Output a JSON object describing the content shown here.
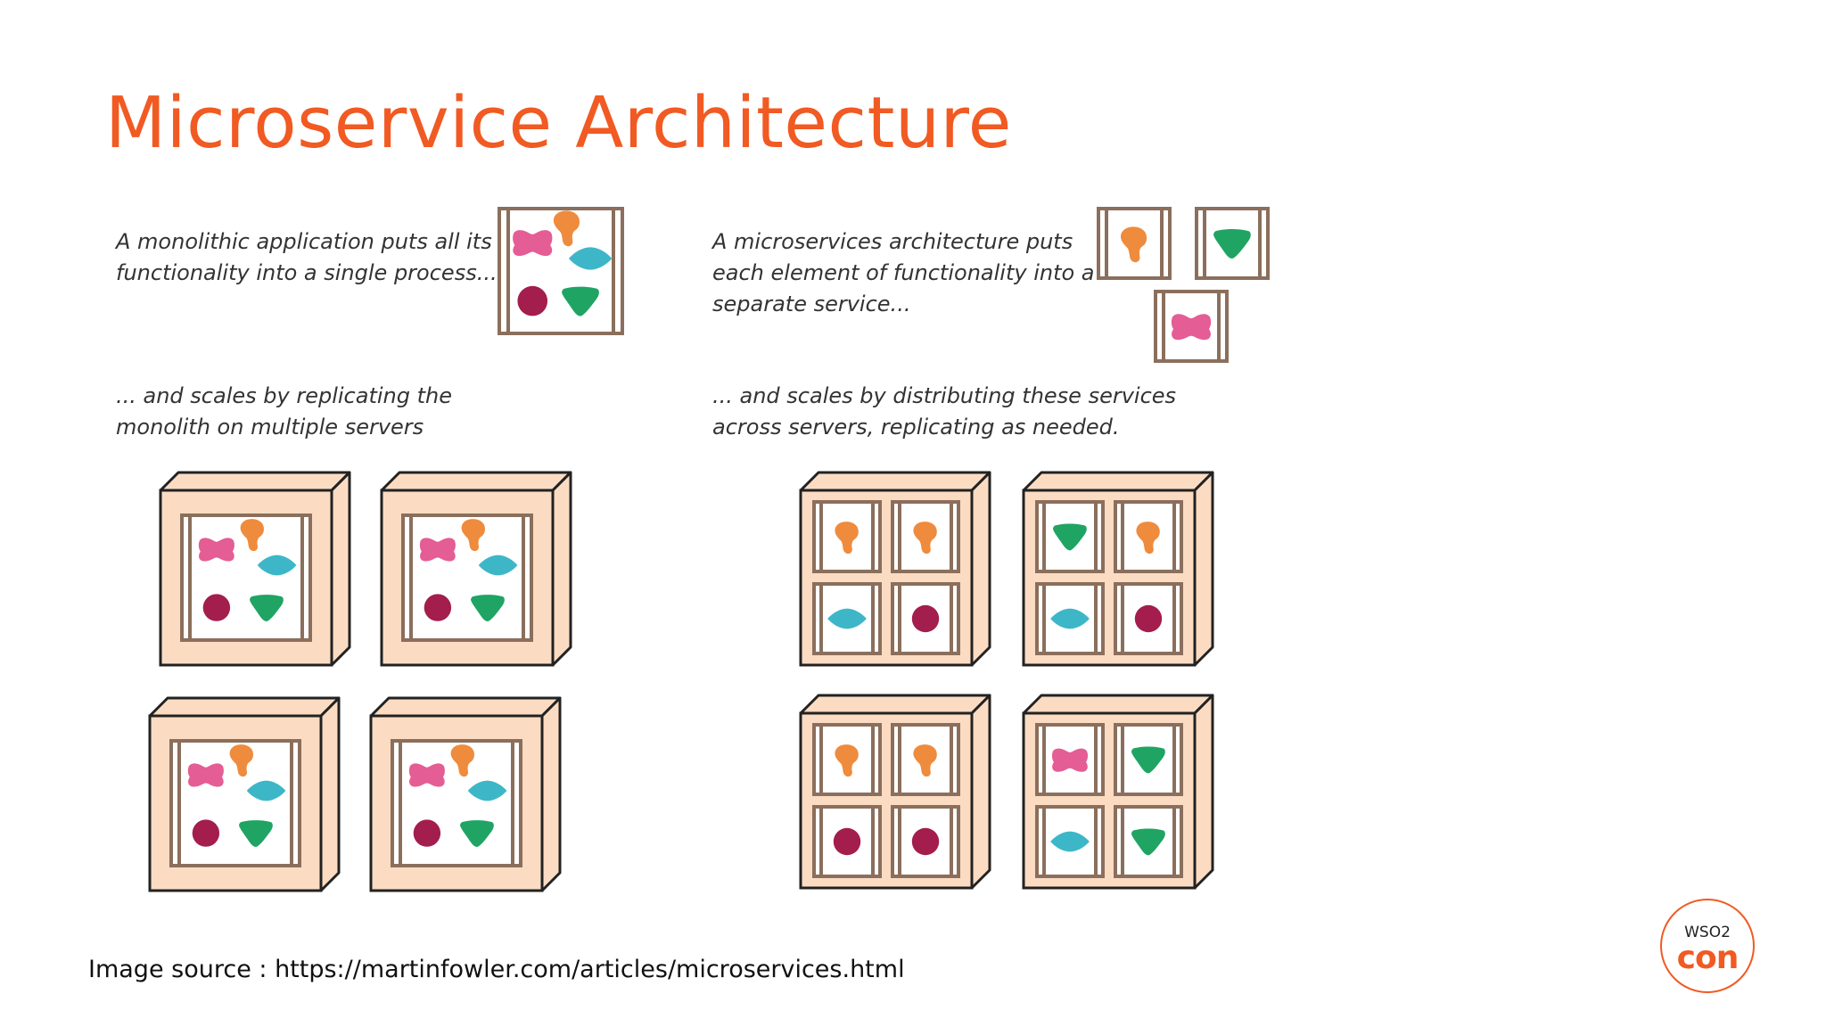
{
  "slide": {
    "title": "Microservice Architecture",
    "captions": {
      "monolith_process": "A monolithic application puts all its\nfunctionality into a single process...",
      "monolith_scale": "... and scales by replicating the\nmonolith on multiple servers",
      "micro_process": "A microservices architecture puts\neach element of functionality into a\nseparate service...",
      "micro_scale": "... and scales by distributing these services\nacross servers, replicating as needed."
    },
    "source": "Image source : https://martinfowler.com/articles/microservices.html",
    "logo": {
      "line1": "WSO2",
      "line2": "con"
    }
  },
  "colors": {
    "title": "#f15a22",
    "server_face": "#fbdcc3",
    "frame": "#8b6f5c",
    "shape_pink": "#e45d94",
    "shape_orange": "#ef8b3d",
    "shape_cyan": "#3db7c8",
    "shape_maroon": "#a31d4d",
    "shape_green": "#1fa463"
  },
  "diagram": {
    "monolith_shapes": [
      "pink-blob",
      "orange-blob",
      "cyan-diamond",
      "maroon-circle",
      "green-triangle"
    ],
    "micro_services": [
      "orange-blob",
      "green-triangle",
      "pink-blob"
    ],
    "monolith_servers": 4,
    "micro_servers": [
      [
        "orange-blob",
        "orange-blob",
        "cyan-diamond",
        "maroon-circle"
      ],
      [
        "green-triangle",
        "orange-blob",
        "cyan-diamond",
        "maroon-circle"
      ],
      [
        "orange-blob",
        "orange-blob",
        "maroon-circle",
        "maroon-circle"
      ],
      [
        "pink-blob",
        "green-triangle",
        "cyan-diamond",
        "green-triangle"
      ]
    ]
  }
}
